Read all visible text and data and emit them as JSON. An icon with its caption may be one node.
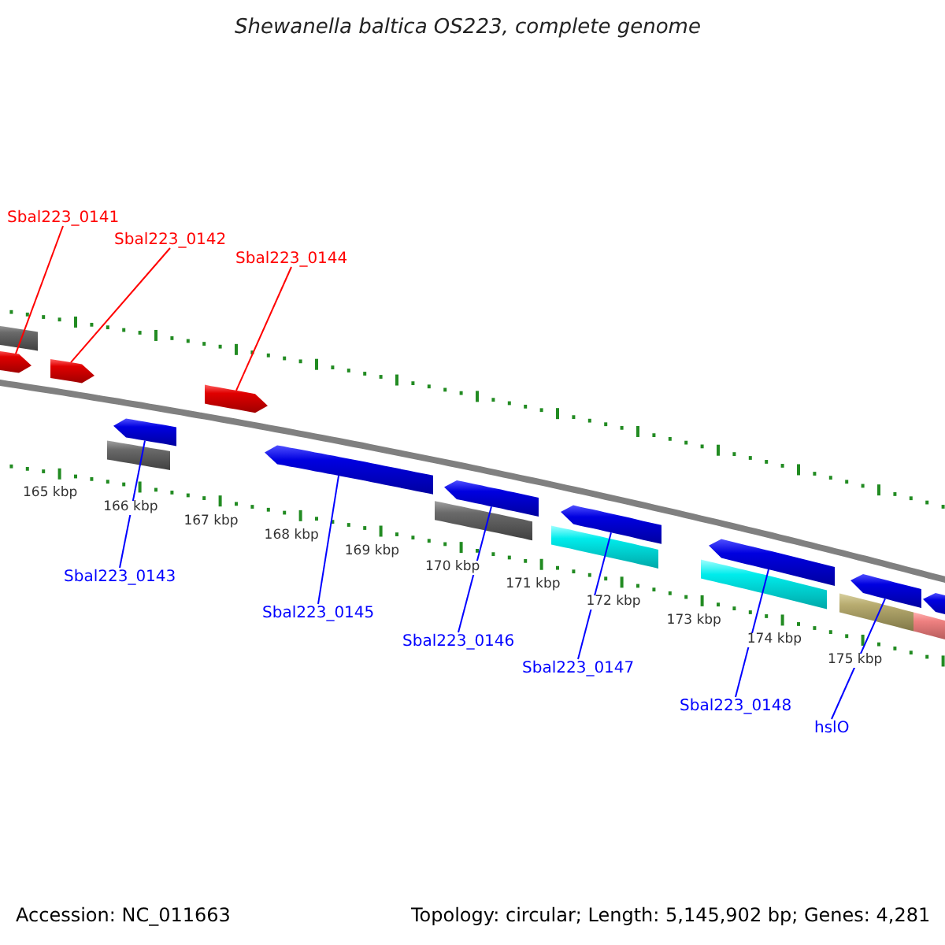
{
  "diagram": {
    "title": "Shewanella baltica OS223, complete genome",
    "nodes": [
      {
        "text": [
          "Sbal223_0141"
        ]
      },
      {
        "text": [
          "Sbal223_0142"
        ]
      },
      {
        "text": [
          "Sbal223_0144"
        ]
      },
      {
        "text": [],
        "shape": "bar"
      },
      {
        "text": [],
        "shape": "arrow"
      },
      {
        "text": [],
        "shape": "arrow"
      },
      {
        "text": [],
        "shape": "arrow"
      },
      {
        "text": [],
        "shape": "arrow"
      },
      {
        "text": [],
        "shape": "bar"
      },
      {
        "text": [],
        "shape": "arrow"
      },
      {
        "text": [],
        "shape": "arrow"
      },
      {
        "text": [],
        "shape": "bar"
      },
      {
        "text": [],
        "shape": "arrow"
      },
      {
        "text": [],
        "shape": "bar"
      },
      {
        "text": [],
        "shape": "arrow"
      },
      {
        "text": [],
        "shape": "bar"
      },
      {
        "text": [],
        "shape": "arrow"
      },
      {
        "text": [],
        "shape": "bar"
      },
      {
        "text": [],
        "shape": "bar"
      },
      {
        "text": [],
        "shape": "arrow"
      },
      {
        "text": [
          "Sbal223_0143"
        ]
      },
      {
        "text": [
          "Sbal223_0145"
        ]
      },
      {
        "text": [
          "Sbal223_0146"
        ]
      },
      {
        "text": [
          "Sbal223_0147"
        ]
      },
      {
        "text": [
          "Sbal223_0148"
        ]
      },
      {
        "text": [
          "hslO"
        ]
      }
    ],
    "edges": [
      {
        "from": 0,
        "to": 4,
        "arrow": "none",
        "color": "#ff0000"
      },
      {
        "from": 1,
        "to": 5,
        "arrow": "none",
        "color": "#ff0000"
      },
      {
        "from": 2,
        "to": 6,
        "arrow": "none",
        "color": "#ff0000"
      },
      {
        "from": 20,
        "to": 7,
        "arrow": "none"
      },
      {
        "from": 21,
        "to": 9,
        "arrow": "none"
      },
      {
        "from": 22,
        "to": 10,
        "arrow": "none"
      },
      {
        "from": 23,
        "to": 12,
        "arrow": "none"
      },
      {
        "from": 24,
        "to": 14,
        "arrow": "none"
      },
      {
        "from": 25,
        "to": 16,
        "arrow": "none"
      }
    ],
    "labels": [
      "165 kbp",
      "166 kbp",
      "167 kbp",
      "168 kbp",
      "169 kbp",
      "170 kbp",
      "171 kbp",
      "172 kbp",
      "173 kbp",
      "174 kbp",
      "175 kbp",
      "Accession: NC_011663",
      "Topology: circular; Length: 5,145,902 bp; Genes: 4,281"
    ]
  }
}
